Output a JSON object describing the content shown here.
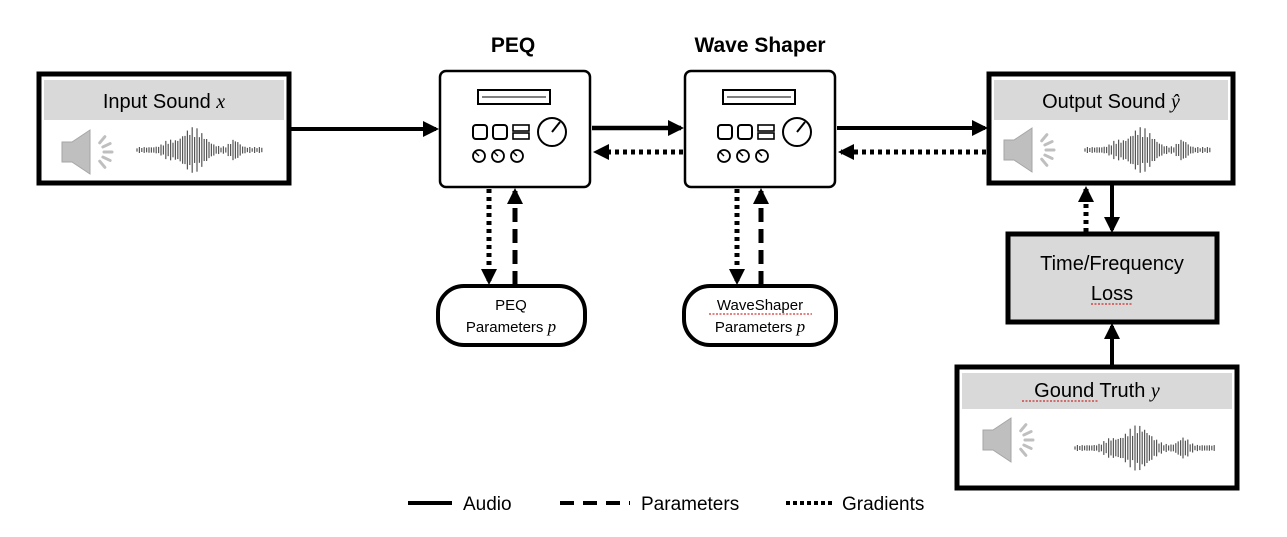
{
  "titles": {
    "peq": "PEQ",
    "waveshaper": "Wave Shaper"
  },
  "input_box": {
    "label": "Input Sound ",
    "var": "x"
  },
  "output_box": {
    "label": "Output Sound ",
    "var": "ŷ"
  },
  "truth_box": {
    "label": "Gound Truth ",
    "var": "y"
  },
  "loss_box": {
    "line1": "Time/Frequency",
    "line2": "Loss"
  },
  "peq_params": {
    "line1": "PEQ",
    "line2": "Parameters ",
    "var": "p"
  },
  "ws_params": {
    "line1": "WaveShaper",
    "line2": "Parameters ",
    "var": "p"
  },
  "legend": {
    "audio": "Audio",
    "parameters": "Parameters",
    "gradients": "Gradients"
  },
  "icons": {
    "speaker": "speaker-icon",
    "waveform": "waveform-icon",
    "device": "audio-device-icon"
  },
  "colors": {
    "header_fill": "#d9d9d9",
    "speaker_fill": "#bfbfbf",
    "waveform_stroke": "#555555",
    "loss_fill": "#d9d9d9",
    "line": "#000000"
  }
}
